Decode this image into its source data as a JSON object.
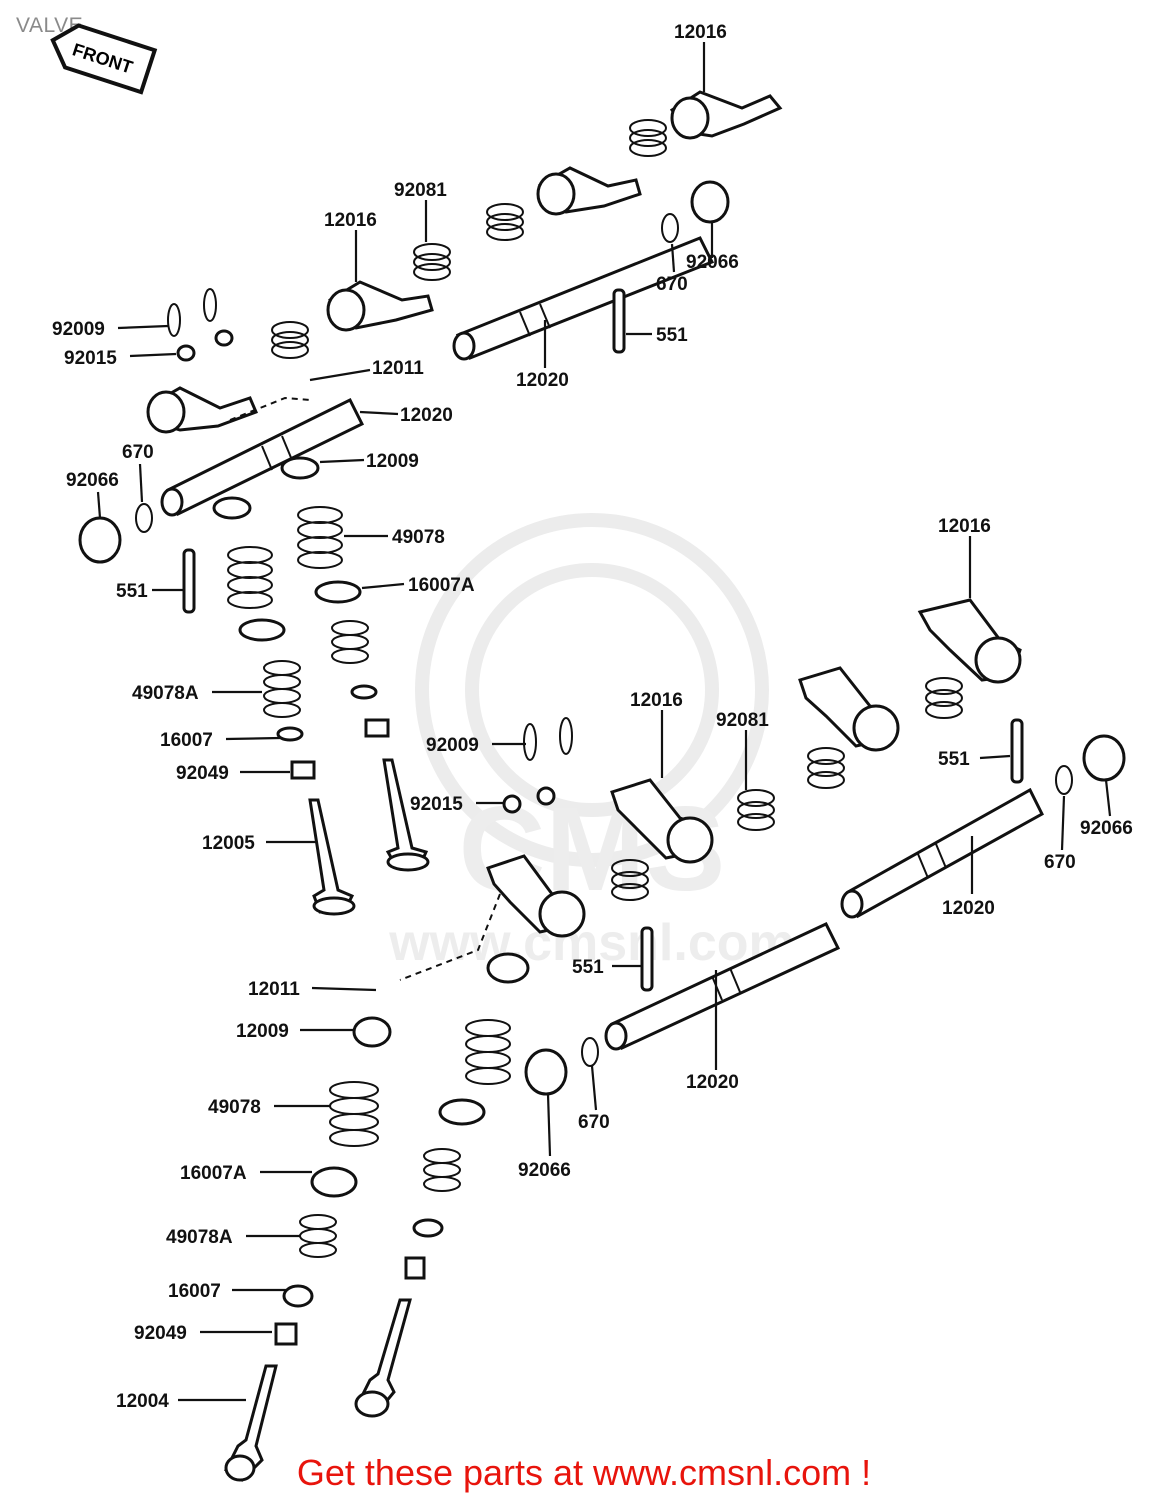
{
  "title": "VALVE",
  "front_tag": "FRONT",
  "watermark": {
    "brand": "CMS",
    "url": "www.cmsnl.com"
  },
  "footer": {
    "text": "Get these parts at www.cmsnl.com !",
    "color": "#e8140c"
  },
  "colors": {
    "line": "#111111",
    "title": "#8a8a8a",
    "watermark": "#ececec"
  },
  "labels": {
    "l01": "12016",
    "l02": "92081",
    "l03": "12016",
    "l04": "92009",
    "l05": "92015",
    "l06": "12011",
    "l07": "12020",
    "l08": "92066",
    "l09": "670",
    "l10": "551",
    "l11": "12020",
    "l12": "670",
    "l13": "92066",
    "l14": "12009",
    "l15": "49078",
    "l16": "16007A",
    "l17": "551",
    "l18": "49078A",
    "l19": "16007",
    "l20": "92049",
    "l21": "12005",
    "l22": "12016",
    "l23": "12016",
    "l24": "92081",
    "l25": "92009",
    "l26": "92015",
    "l27": "551",
    "l28": "92066",
    "l29": "670",
    "l30": "12020",
    "l31": "551",
    "l32": "12011",
    "l33": "12009",
    "l34": "12020",
    "l35": "49078",
    "l36": "16007A",
    "l37": "670",
    "l38": "92066",
    "l39": "49078A",
    "l40": "16007",
    "l41": "92049",
    "l42": "12004"
  }
}
